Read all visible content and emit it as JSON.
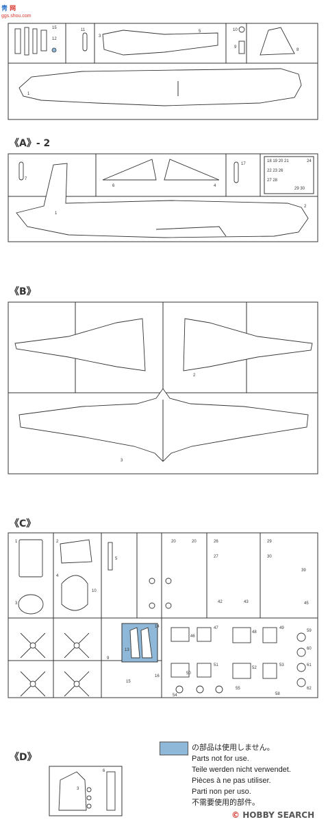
{
  "watermark": {
    "logo_chars": "靑 ",
    "logo_accent": "网",
    "url": "ggs.shou.com"
  },
  "sprues": {
    "a1": {
      "label": ""
    },
    "a2": {
      "label": "《A》- 2"
    },
    "b": {
      "label": "《B》"
    },
    "c": {
      "label": "《C》"
    },
    "d": {
      "label": "《D》"
    }
  },
  "legend": {
    "swatch_color": "#8fb8d8",
    "lines": [
      "の部品は使用しません。",
      "Parts not for use.",
      "Teile werden nicht verwendet.",
      "Pièces à ne pas utiliser.",
      "Parti non per uso.",
      "不需要使用的部件。"
    ]
  },
  "brand": {
    "text": "HOBBY SEARCH",
    "mark": "©"
  },
  "colors": {
    "line": "#333333",
    "highlight": "#8fb8d8",
    "brand_red": "#d8352a"
  }
}
